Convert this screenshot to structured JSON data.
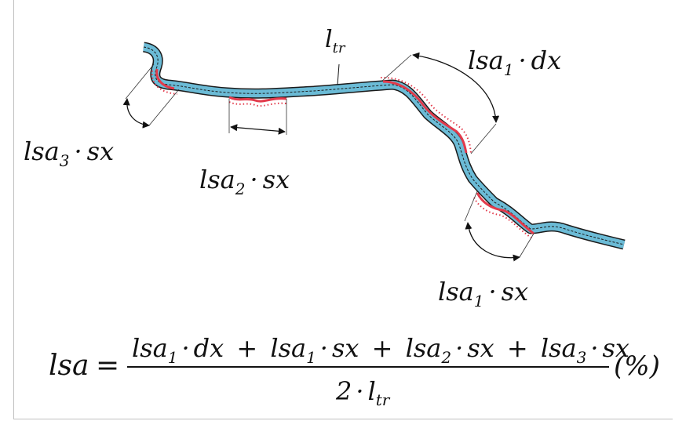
{
  "labels": {
    "l_tr": {
      "base": "l",
      "sub": "tr"
    },
    "lsa1_dx": {
      "base": "lsa",
      "sub": "1",
      "dot": "·",
      "var": "dx"
    },
    "lsa3_sx": {
      "base": "lsa",
      "sub": "3",
      "dot": "·",
      "var": "sx"
    },
    "lsa2_sx": {
      "base": "lsa",
      "sub": "2",
      "dot": "·",
      "var": "sx"
    },
    "lsa1_sx": {
      "base": "lsa",
      "sub": "1",
      "dot": "·",
      "var": "sx"
    }
  },
  "formula": {
    "lhs": "lsa",
    "equals": "=",
    "numerator": [
      {
        "base": "lsa",
        "sub": "1",
        "dot": "·",
        "var": "dx"
      },
      {
        "op": "+"
      },
      {
        "base": "lsa",
        "sub": "1",
        "dot": "·",
        "var": "sx"
      },
      {
        "op": "+"
      },
      {
        "base": "lsa",
        "sub": "2",
        "dot": "·",
        "var": "sx"
      },
      {
        "op": "+"
      },
      {
        "base": "lsa",
        "sub": "3",
        "dot": "·",
        "var": "sx"
      }
    ],
    "denominator": {
      "coef": "2",
      "dot": "·",
      "base": "l",
      "sub": "tr"
    },
    "unit": "(%)"
  },
  "colors": {
    "river_fill": "#6bbbd6",
    "river_edge": "#1a1a1a",
    "eroded_bank": "#e23a4b",
    "dots": "#e23a4b"
  }
}
